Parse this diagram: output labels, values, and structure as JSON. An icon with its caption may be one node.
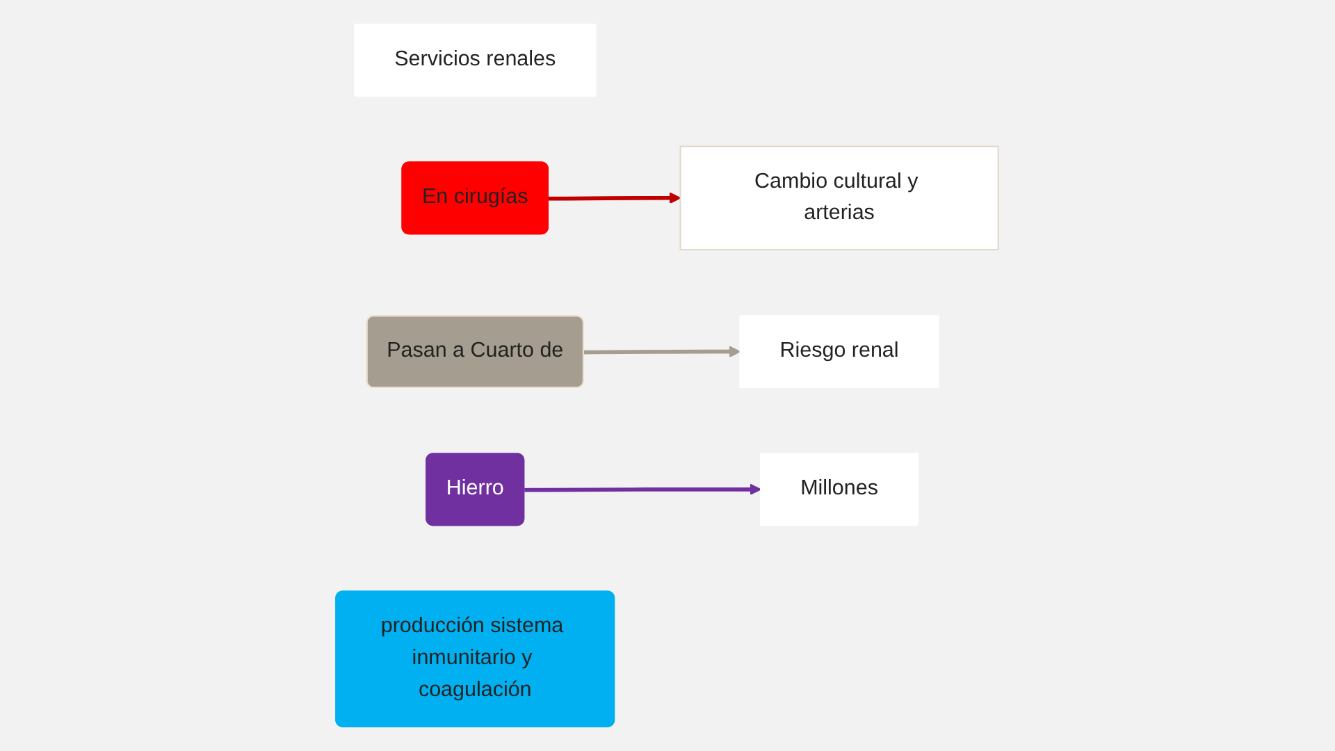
{
  "diagram": {
    "nodes": [
      {
        "text": [
          "Servicios renales"
        ]
      },
      {
        "text": [
          "En cirugías"
        ]
      },
      {
        "text": [
          "Pasan a Cuarto de"
        ]
      },
      {
        "text": [
          "Cambio cultural y arterias"
        ]
      },
      {
        "text": [
          "Riesgo renal"
        ]
      },
      {
        "text": [
          "Hierro"
        ]
      },
      {
        "text": [
          "Millones"
        ]
      },
      {
        "text": [
          "producción sistema inmunitario y coagulación"
        ]
      }
    ],
    "edges": [
      {
        "from": 1,
        "to": 3,
        "arrow": "to",
        "color": "#c00000"
      },
      {
        "from": 2,
        "to": 4,
        "arrow": "to",
        "color": "#a59d8f"
      },
      {
        "from": 5,
        "to": 6,
        "arrow": "to",
        "color": "#7030a0"
      }
    ]
  }
}
